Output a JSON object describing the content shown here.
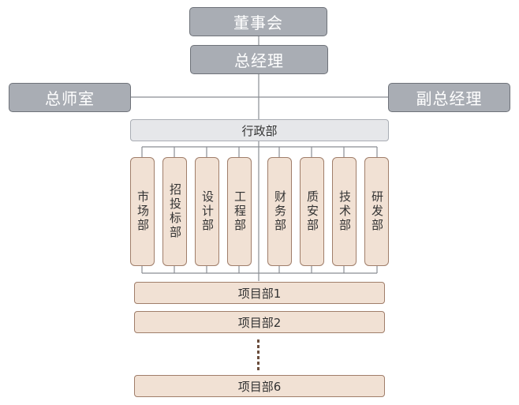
{
  "leadership": {
    "board": "董事会",
    "gm": "总经理",
    "president_office": "总师室",
    "deputy_gm": "副总经理"
  },
  "admin": "行政部",
  "departments": [
    "市场部",
    "招投标部",
    "设计部",
    "工程部",
    "财务部",
    "质安部",
    "技术部",
    "研发部"
  ],
  "projects": [
    "项目部1",
    "项目部2",
    "项目部6"
  ],
  "colors": {
    "gray_fill": "#a9adb4",
    "dept_fill": "#f1e1d4",
    "dept_border": "#a07e6a",
    "dots": "#6b4e3d"
  }
}
